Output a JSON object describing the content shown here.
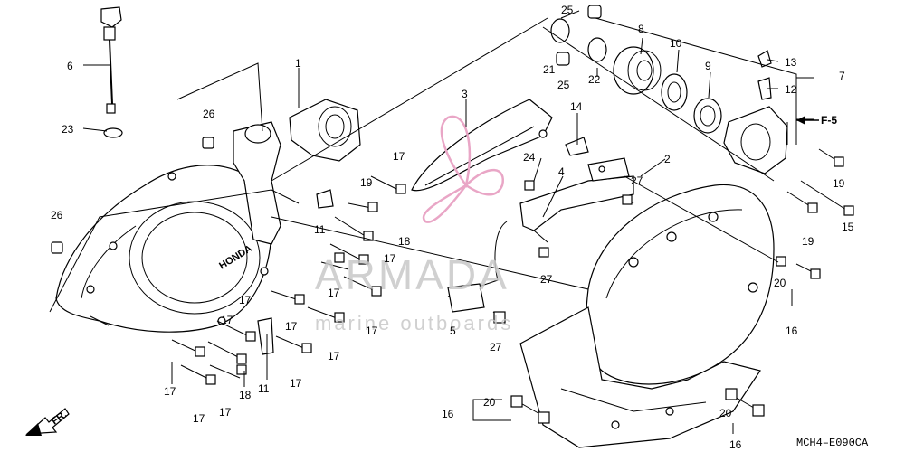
{
  "diagram": {
    "callouts": [
      {
        "id": "c1",
        "text": "1"
      },
      {
        "id": "c2",
        "text": "2"
      },
      {
        "id": "c3",
        "text": "3"
      },
      {
        "id": "c4",
        "text": "4"
      },
      {
        "id": "c5",
        "text": "5"
      },
      {
        "id": "c6",
        "text": "6"
      },
      {
        "id": "c7",
        "text": "7"
      },
      {
        "id": "c8",
        "text": "8"
      },
      {
        "id": "c9",
        "text": "9"
      },
      {
        "id": "c10",
        "text": "10"
      },
      {
        "id": "c11a",
        "text": "11"
      },
      {
        "id": "c11b",
        "text": "11"
      },
      {
        "id": "c12",
        "text": "12"
      },
      {
        "id": "c13",
        "text": "13"
      },
      {
        "id": "c14",
        "text": "14"
      },
      {
        "id": "c15",
        "text": "15"
      },
      {
        "id": "c16a",
        "text": "16"
      },
      {
        "id": "c16b",
        "text": "16"
      },
      {
        "id": "c16c",
        "text": "16"
      },
      {
        "id": "c17a",
        "text": "17"
      },
      {
        "id": "c17b",
        "text": "17"
      },
      {
        "id": "c17c",
        "text": "17"
      },
      {
        "id": "c17d",
        "text": "17"
      },
      {
        "id": "c17e",
        "text": "17"
      },
      {
        "id": "c17f",
        "text": "17"
      },
      {
        "id": "c17g",
        "text": "17"
      },
      {
        "id": "c17h",
        "text": "17"
      },
      {
        "id": "c17i",
        "text": "17"
      },
      {
        "id": "c17j",
        "text": "17"
      },
      {
        "id": "c17k",
        "text": "17"
      },
      {
        "id": "c17l",
        "text": "17"
      },
      {
        "id": "c18a",
        "text": "18"
      },
      {
        "id": "c18b",
        "text": "18"
      },
      {
        "id": "c19a",
        "text": "19"
      },
      {
        "id": "c19b",
        "text": "19"
      },
      {
        "id": "c19c",
        "text": "19"
      },
      {
        "id": "c20a",
        "text": "20"
      },
      {
        "id": "c20b",
        "text": "20"
      },
      {
        "id": "c20c",
        "text": "20"
      },
      {
        "id": "c21",
        "text": "21"
      },
      {
        "id": "c22",
        "text": "22"
      },
      {
        "id": "c23",
        "text": "23"
      },
      {
        "id": "c24",
        "text": "24"
      },
      {
        "id": "c25a",
        "text": "25"
      },
      {
        "id": "c25b",
        "text": "25"
      },
      {
        "id": "c26a",
        "text": "26"
      },
      {
        "id": "c26b",
        "text": "26"
      },
      {
        "id": "c27a",
        "text": "27"
      },
      {
        "id": "c27b",
        "text": "27"
      },
      {
        "id": "c27c",
        "text": "27"
      }
    ],
    "ref_label": "F-5",
    "direction_label": "FR.",
    "cover_brand": "HONDA",
    "diagram_code": "MCH4–E090CA"
  },
  "watermark": {
    "brand": "ARMADA",
    "tagline": "marine outboards",
    "color": "#c8c8c8",
    "logo_color": "#e9a6c6"
  }
}
